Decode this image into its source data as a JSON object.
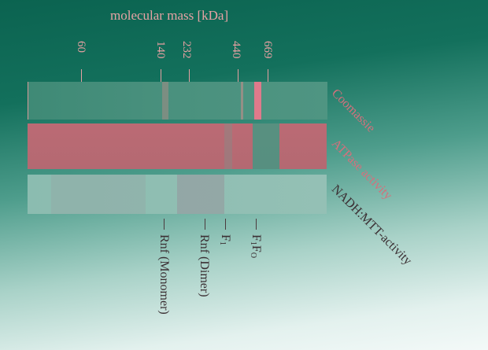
{
  "axis_title": "molecular mass [kDa]",
  "markers": [
    "60",
    "140",
    "232",
    "440",
    "669"
  ],
  "lanes": [
    "Coomassie",
    "ATPase activity",
    "NADH:MTT-activity"
  ],
  "bands": {
    "monomer": "Rnf (Monomer)",
    "dimer": "Rnf (Dimer)",
    "f1": "F",
    "f1_sub": "1",
    "f1fo": "F",
    "f1fo_sub1": "1",
    "f1fo_mid": "F",
    "f1fo_sub2": "O"
  },
  "colors": {
    "label_pink": "#e6a0a2",
    "lane_label": "#d4707c",
    "dark_label": "#3b2f33"
  }
}
